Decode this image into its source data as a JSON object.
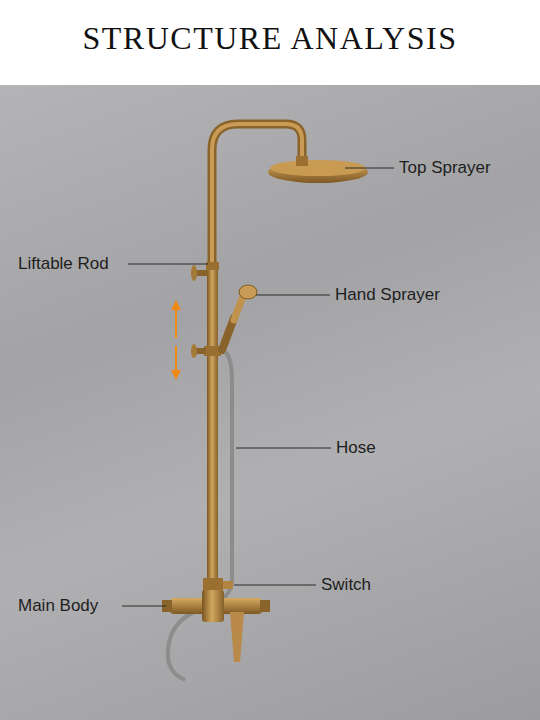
{
  "diagram": {
    "title": "STRUCTURE ANALYSIS",
    "labels": [
      "Top Sprayer",
      "Liftable Rod",
      "Hand Sprayer",
      "Hose",
      "Switch",
      "Main Body"
    ]
  }
}
